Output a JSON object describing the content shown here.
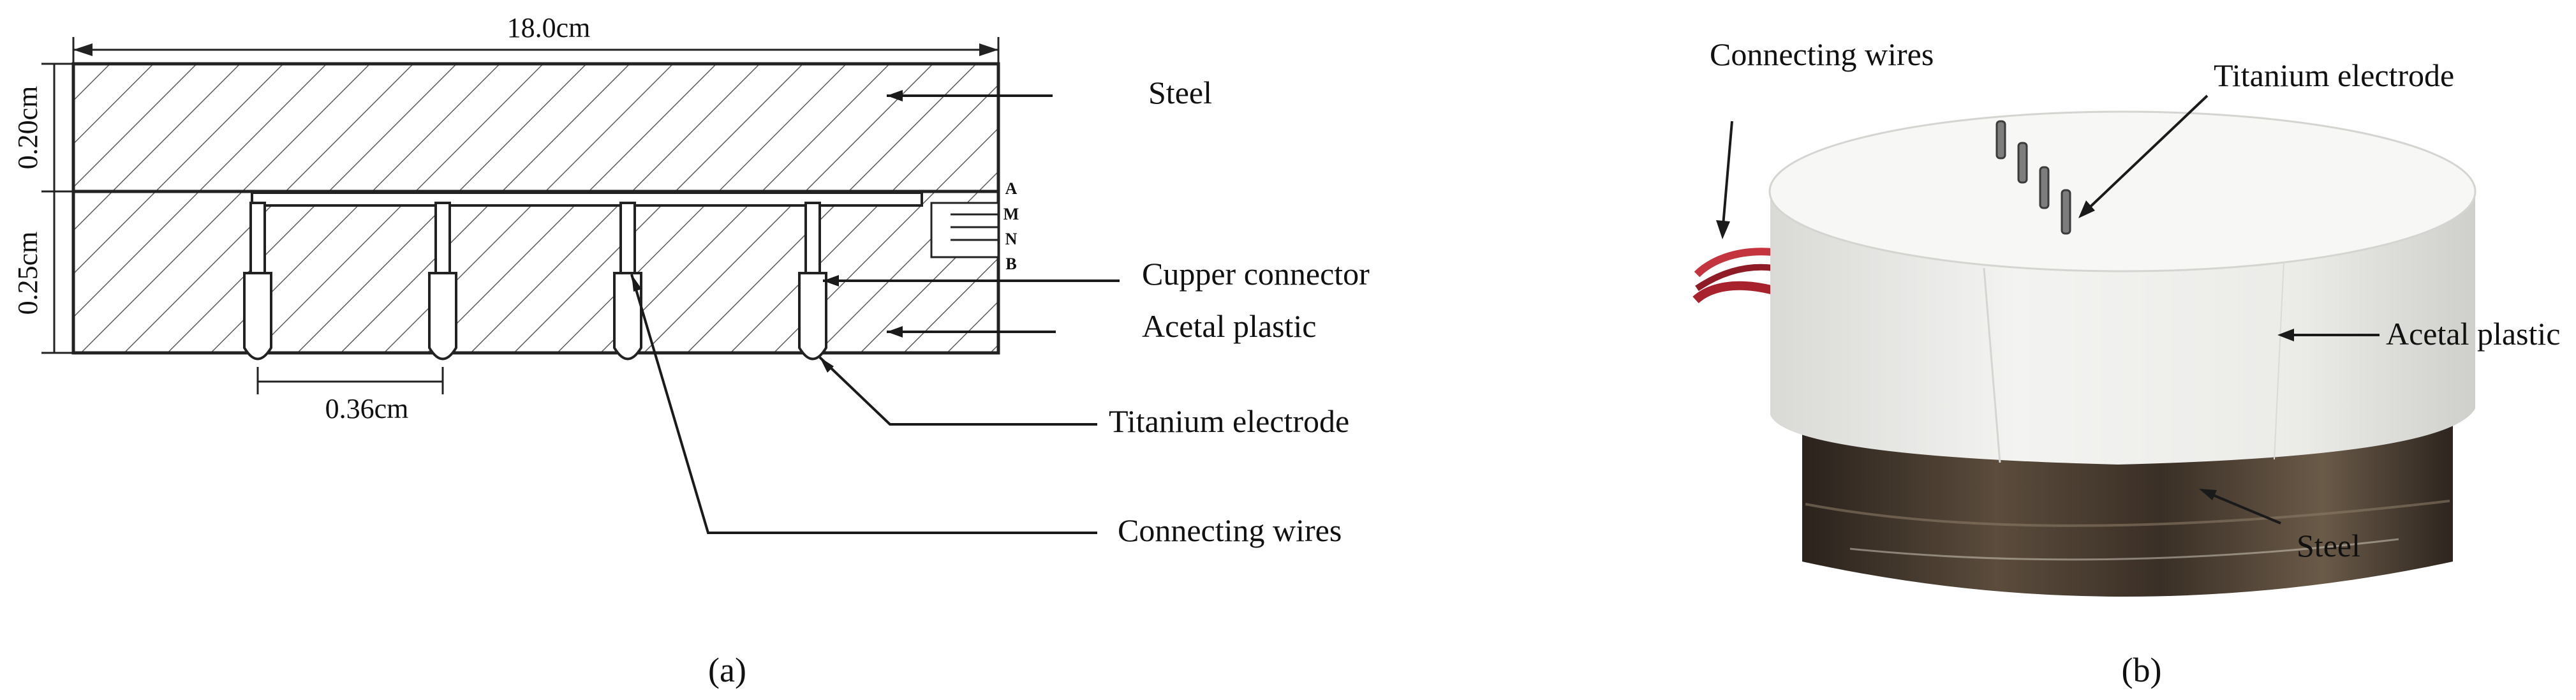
{
  "panel_a": {
    "caption": "(a)",
    "dims": {
      "length": "18.0cm",
      "steel_thickness": "0.20cm",
      "plastic_thickness": "0.25cm",
      "spacing": "0.36cm"
    },
    "electrode_letters": [
      "A",
      "M",
      "N",
      "B"
    ],
    "labels": {
      "steel": "Steel",
      "copper": "Cupper connector",
      "acetal": "Acetal plastic",
      "titanium": "Titanium electrode",
      "wires": "Connecting wires"
    }
  },
  "panel_b": {
    "caption": "(b)",
    "labels": {
      "wires": "Connecting wires",
      "titanium": "Titanium electrode",
      "acetal": "Acetal plastic",
      "steel": "Steel"
    }
  },
  "colors": {
    "line": "#222222",
    "acetal_white": "#efefed",
    "steel_dark": "#3a3028",
    "wire_red": "#a8222e"
  }
}
